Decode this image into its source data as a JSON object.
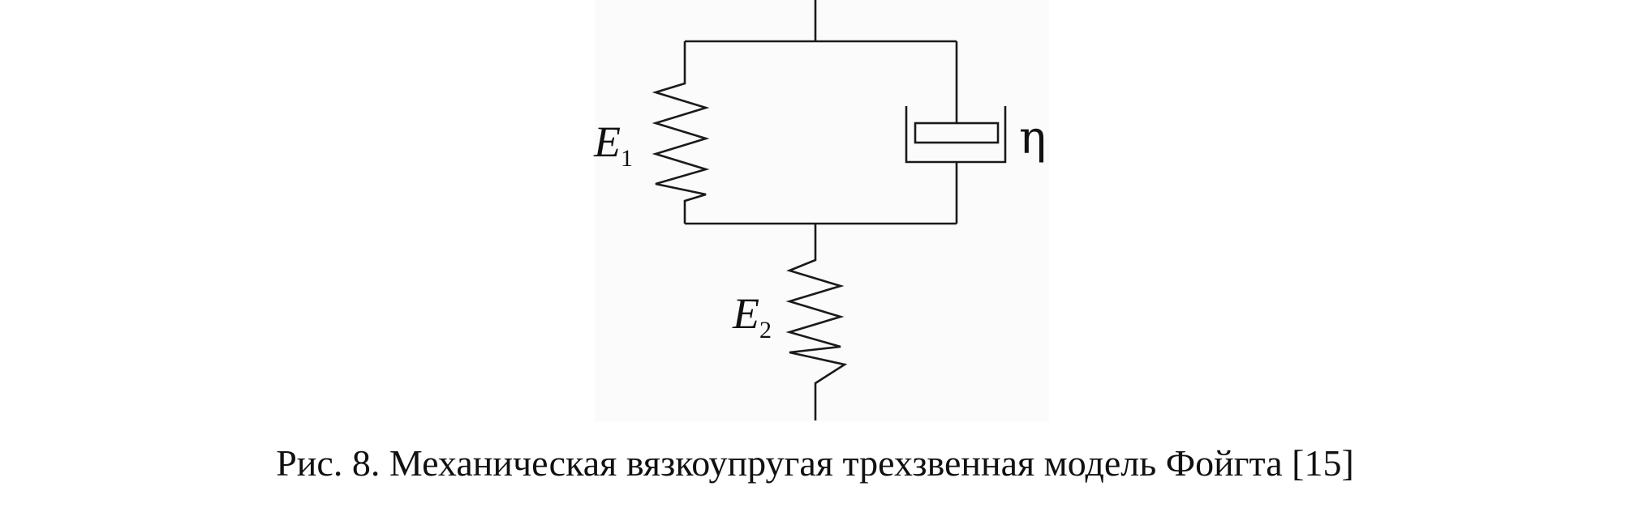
{
  "figure": {
    "model": {
      "top_spring": {
        "symbol": "E",
        "subscript": "1"
      },
      "bottom_spring": {
        "symbol": "E",
        "subscript": "2"
      },
      "dashpot": {
        "symbol": "η"
      }
    },
    "caption": "Рис. 8. Механическая вязкоупругая трехзвенная модель Фойгта [15]"
  }
}
